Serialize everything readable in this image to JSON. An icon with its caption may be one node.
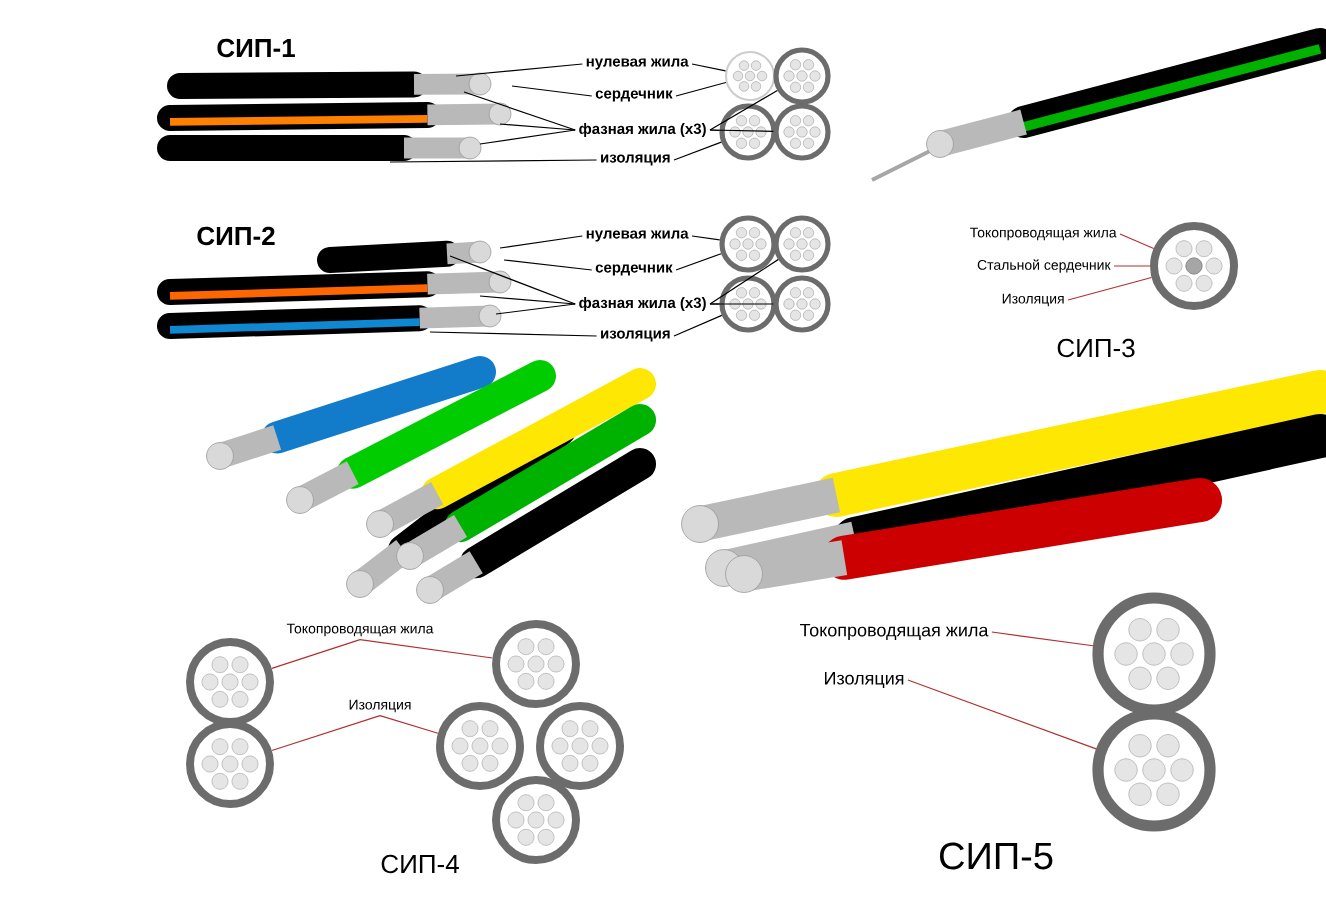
{
  "diagram": {
    "nodes": [
      {
        "text": [
          "нулевая жила"
        ]
      },
      {
        "text": [
          "сердечник"
        ]
      },
      {
        "text": [
          "фазная жила (x3)"
        ]
      },
      {
        "text": [
          "изоляция"
        ]
      },
      {
        "text": [],
        "shape": "circle"
      },
      {
        "text": [],
        "shape": "circle"
      },
      {
        "text": [],
        "shape": "circle"
      },
      {
        "text": [],
        "shape": "circle"
      },
      {
        "text": [
          "нулевая жила"
        ]
      },
      {
        "text": [
          "сердечник"
        ]
      },
      {
        "text": [
          "фазная жила (x3)"
        ]
      },
      {
        "text": [
          "изоляция"
        ]
      },
      {
        "text": [],
        "shape": "circle"
      },
      {
        "text": [],
        "shape": "circle"
      },
      {
        "text": [],
        "shape": "circle"
      },
      {
        "text": [],
        "shape": "circle"
      },
      {
        "text": [
          "Токопроводящая жила"
        ]
      },
      {
        "text": [
          "Стальной сердечник"
        ]
      },
      {
        "text": [
          "Изоляция"
        ]
      },
      {
        "text": [],
        "shape": "circle"
      },
      {
        "text": [
          "Токопроводящая жила"
        ]
      },
      {
        "text": [
          "Изоляция"
        ]
      },
      {
        "text": [],
        "shape": "circle"
      },
      {
        "text": [],
        "shape": "circle"
      },
      {
        "text": [],
        "shape": "circle"
      },
      {
        "text": [],
        "shape": "circle"
      },
      {
        "text": [],
        "shape": "circle"
      },
      {
        "text": [],
        "shape": "circle"
      },
      {
        "text": [
          "Токопроводящая жила"
        ]
      },
      {
        "text": [
          "Изоляция"
        ]
      },
      {
        "text": [],
        "shape": "circle"
      },
      {
        "text": [],
        "shape": "circle"
      }
    ],
    "edges": [
      {
        "from": 0,
        "to": null,
        "arrow": "none"
      },
      {
        "from": 0,
        "to": 4,
        "arrow": "none"
      },
      {
        "from": 1,
        "to": null,
        "arrow": "none"
      },
      {
        "from": 1,
        "to": 4,
        "arrow": "none"
      },
      {
        "from": 2,
        "to": null,
        "arrow": "none"
      },
      {
        "from": 2,
        "to": null,
        "arrow": "none"
      },
      {
        "from": 2,
        "to": null,
        "arrow": "none"
      },
      {
        "from": 2,
        "to": 6,
        "arrow": "none"
      },
      {
        "from": 2,
        "to": 7,
        "arrow": "none"
      },
      {
        "from": 2,
        "to": 5,
        "arrow": "none"
      },
      {
        "from": 3,
        "to": null,
        "arrow": "none"
      },
      {
        "from": 3,
        "to": 6,
        "arrow": "none"
      },
      {
        "from": 8,
        "to": null,
        "arrow": "none"
      },
      {
        "from": 8,
        "to": 12,
        "arrow": "none"
      },
      {
        "from": 9,
        "to": null,
        "arrow": "none"
      },
      {
        "from": 9,
        "to": 12,
        "arrow": "none"
      },
      {
        "from": 10,
        "to": null,
        "arrow": "none"
      },
      {
        "from": 10,
        "to": null,
        "arrow": "none"
      },
      {
        "from": 10,
        "to": null,
        "arrow": "none"
      },
      {
        "from": 10,
        "to": 14,
        "arrow": "none"
      },
      {
        "from": 10,
        "to": 15,
        "arrow": "none"
      },
      {
        "from": 10,
        "to": 13,
        "arrow": "none"
      },
      {
        "from": 11,
        "to": null,
        "arrow": "none"
      },
      {
        "from": 11,
        "to": 14,
        "arrow": "none"
      },
      {
        "from": 16,
        "to": 19,
        "arrow": "none",
        "color": "#b03030"
      },
      {
        "from": 17,
        "to": 19,
        "arrow": "none",
        "color": "#b03030"
      },
      {
        "from": 18,
        "to": 19,
        "arrow": "none",
        "color": "#b03030"
      },
      {
        "from": 20,
        "to": 22,
        "arrow": "none",
        "color": "#b03030"
      },
      {
        "from": 20,
        "to": 24,
        "arrow": "none",
        "color": "#b03030"
      },
      {
        "from": 21,
        "to": 23,
        "arrow": "none",
        "color": "#b03030"
      },
      {
        "from": 21,
        "to": 25,
        "arrow": "none",
        "color": "#b03030"
      },
      {
        "from": 28,
        "to": 30,
        "arrow": "none",
        "color": "#b03030"
      },
      {
        "from": 29,
        "to": 31,
        "arrow": "none",
        "color": "#b03030"
      }
    ],
    "labels": [
      "СИП-1",
      "СИП-2",
      "СИП-3",
      "СИП-4",
      "СИП-5"
    ]
  }
}
